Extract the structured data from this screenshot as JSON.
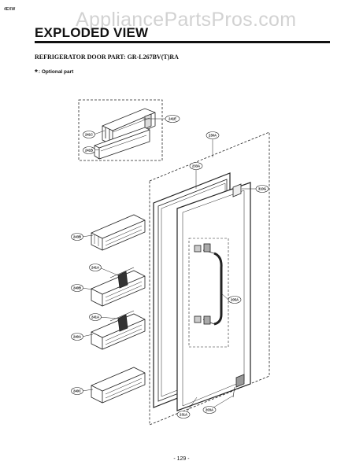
{
  "watermark": "AppliancePartsPros.com",
  "corner_tag": "4EXW",
  "title": "EXPLODED VIEW",
  "subtitle": "REFRIGERATOR DOOR PART: GR-L267BV(T)RA",
  "note": {
    "symbol": "*",
    "text": ": Optional part"
  },
  "page_number": "- 129 -",
  "callouts": {
    "c241e": "241E",
    "c241c": "241C",
    "c241b": "241B",
    "c230a": "230A",
    "c233a": "233A",
    "c310g": "310G",
    "c243b": "243B",
    "c241a_1": "241A",
    "c240b": "240B",
    "c241a_2": "241A",
    "c240a": "240A",
    "c205a": "205A",
    "c240c": "240C",
    "c231a": "231A",
    "c203a": "203A"
  }
}
